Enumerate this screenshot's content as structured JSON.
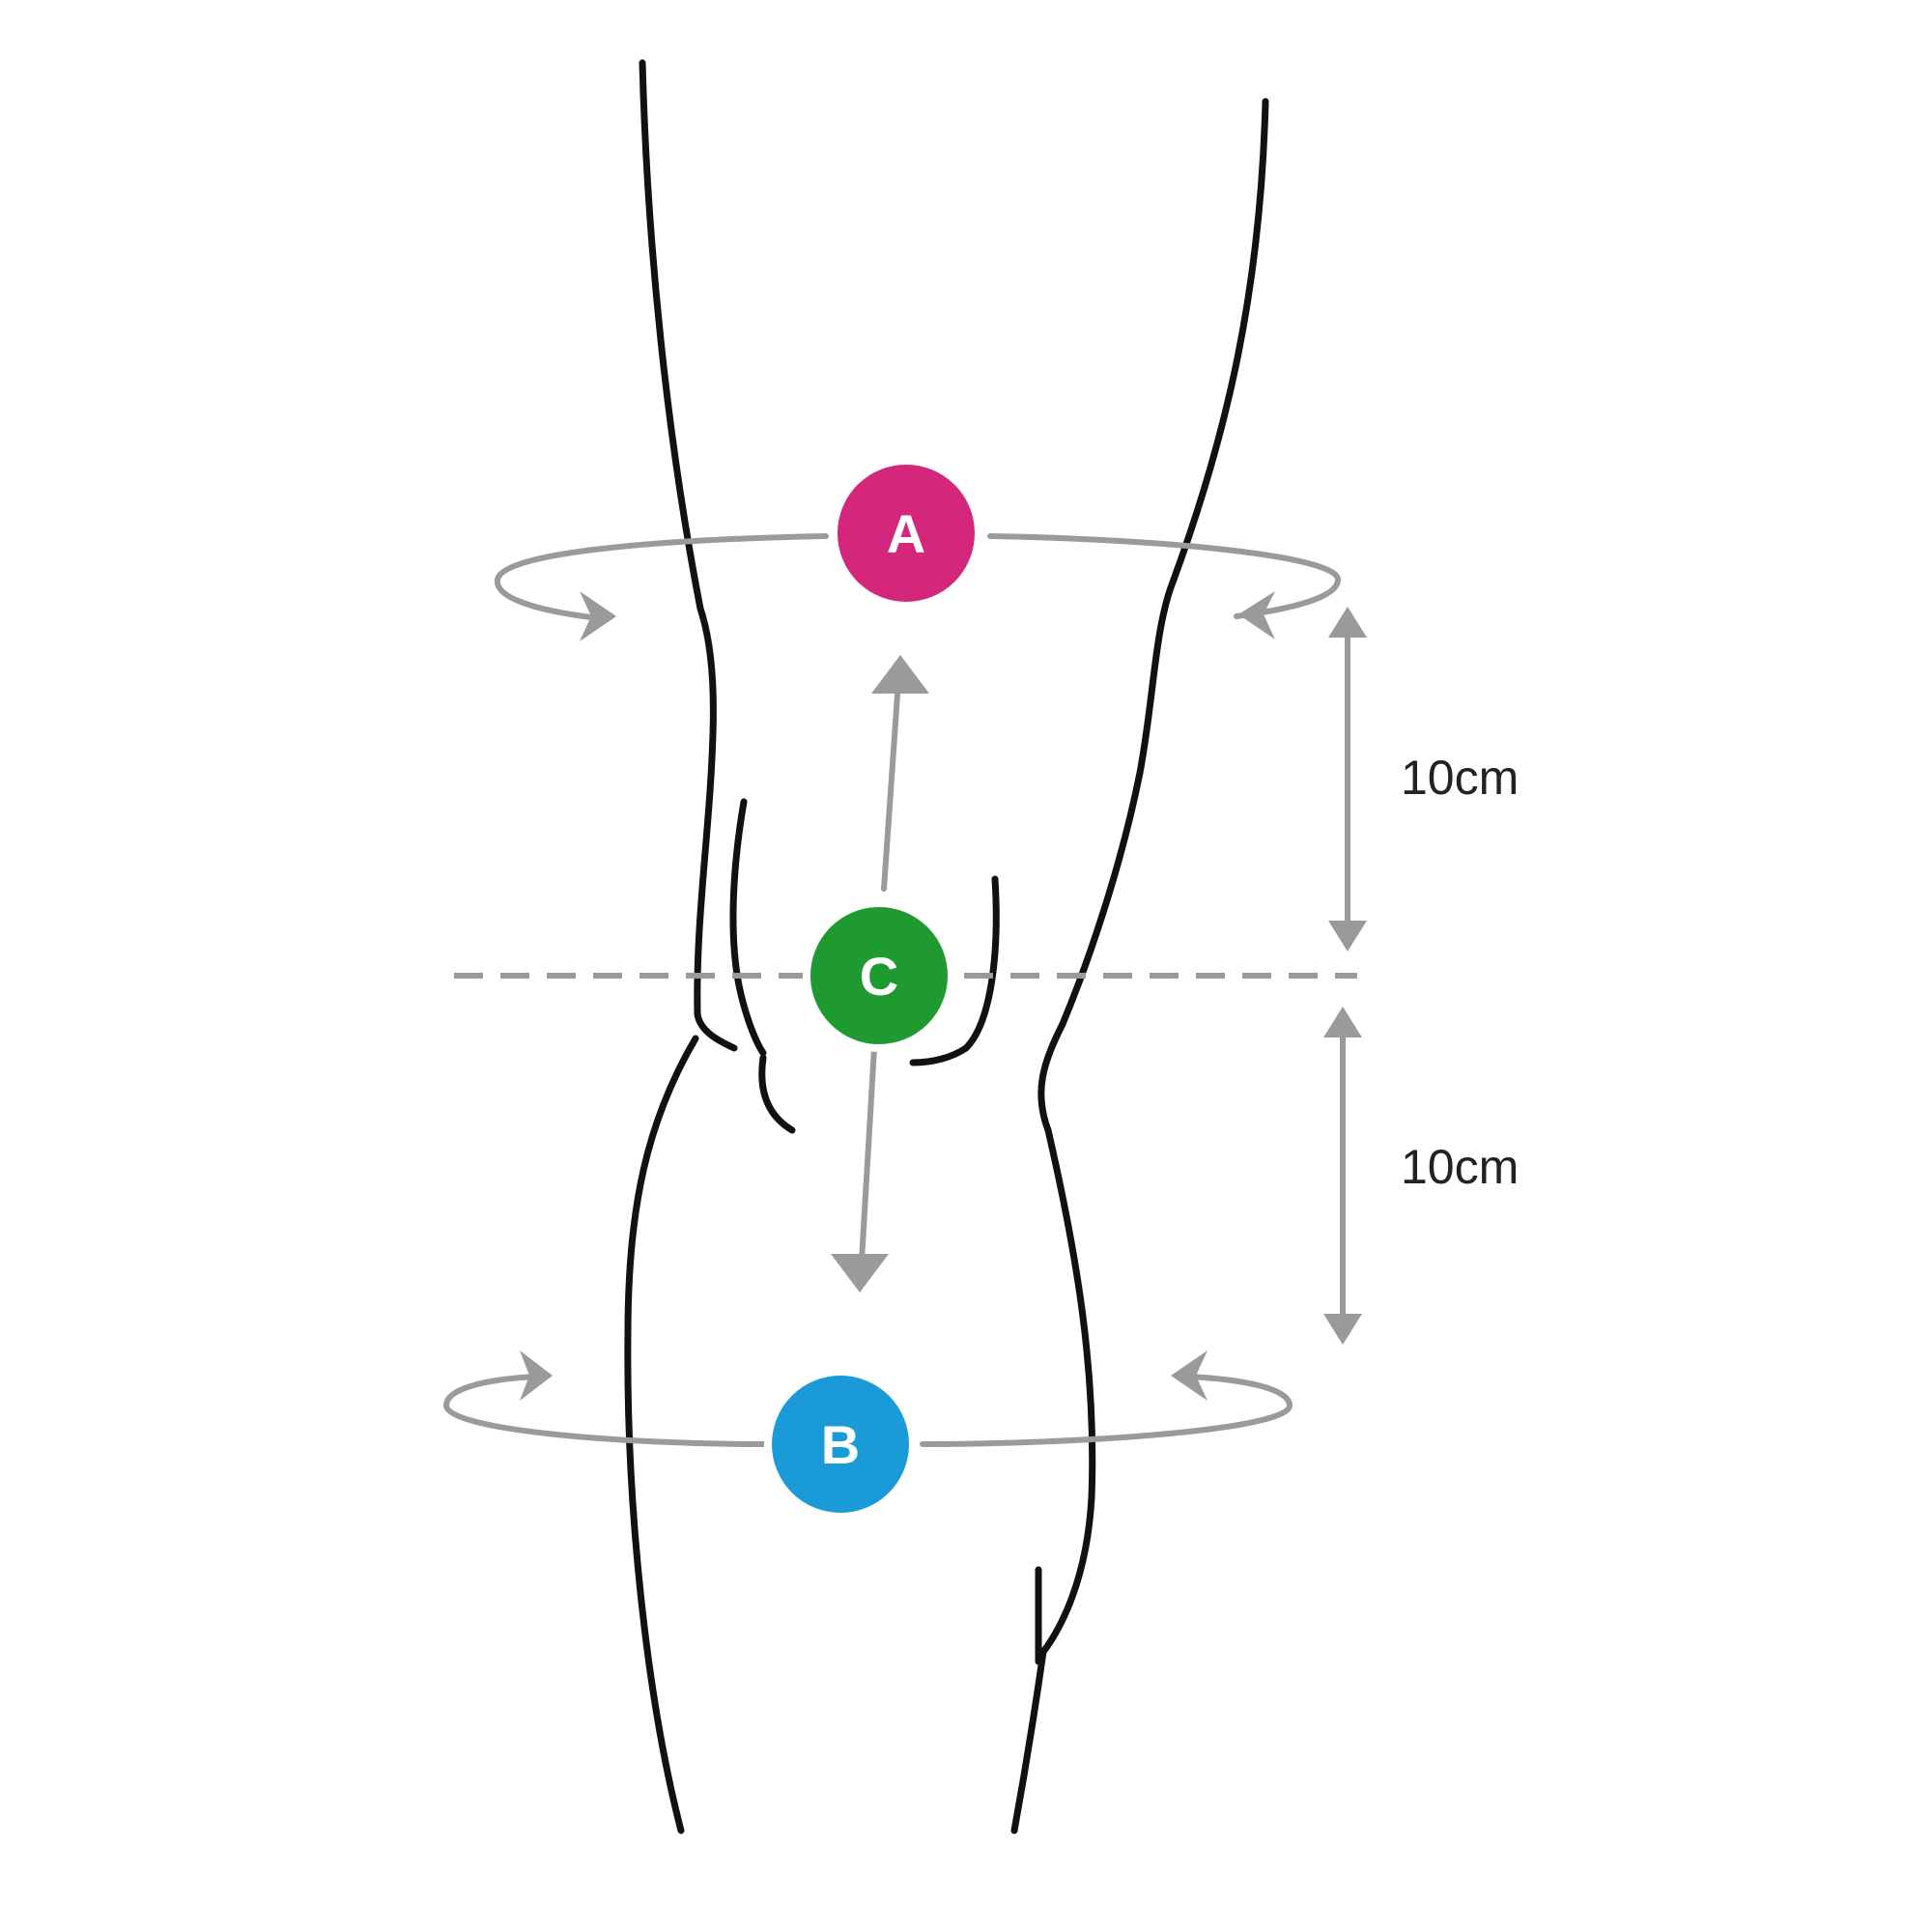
{
  "markers": {
    "a": {
      "label": "A",
      "color": "#d4267a"
    },
    "b": {
      "label": "B",
      "color": "#1a9ad6"
    },
    "c": {
      "label": "C",
      "color": "#1f9a31"
    }
  },
  "dimensions": {
    "upper": "10cm",
    "lower": "10cm"
  },
  "line_color": "#9a9a9a",
  "outline_color": "#111111"
}
